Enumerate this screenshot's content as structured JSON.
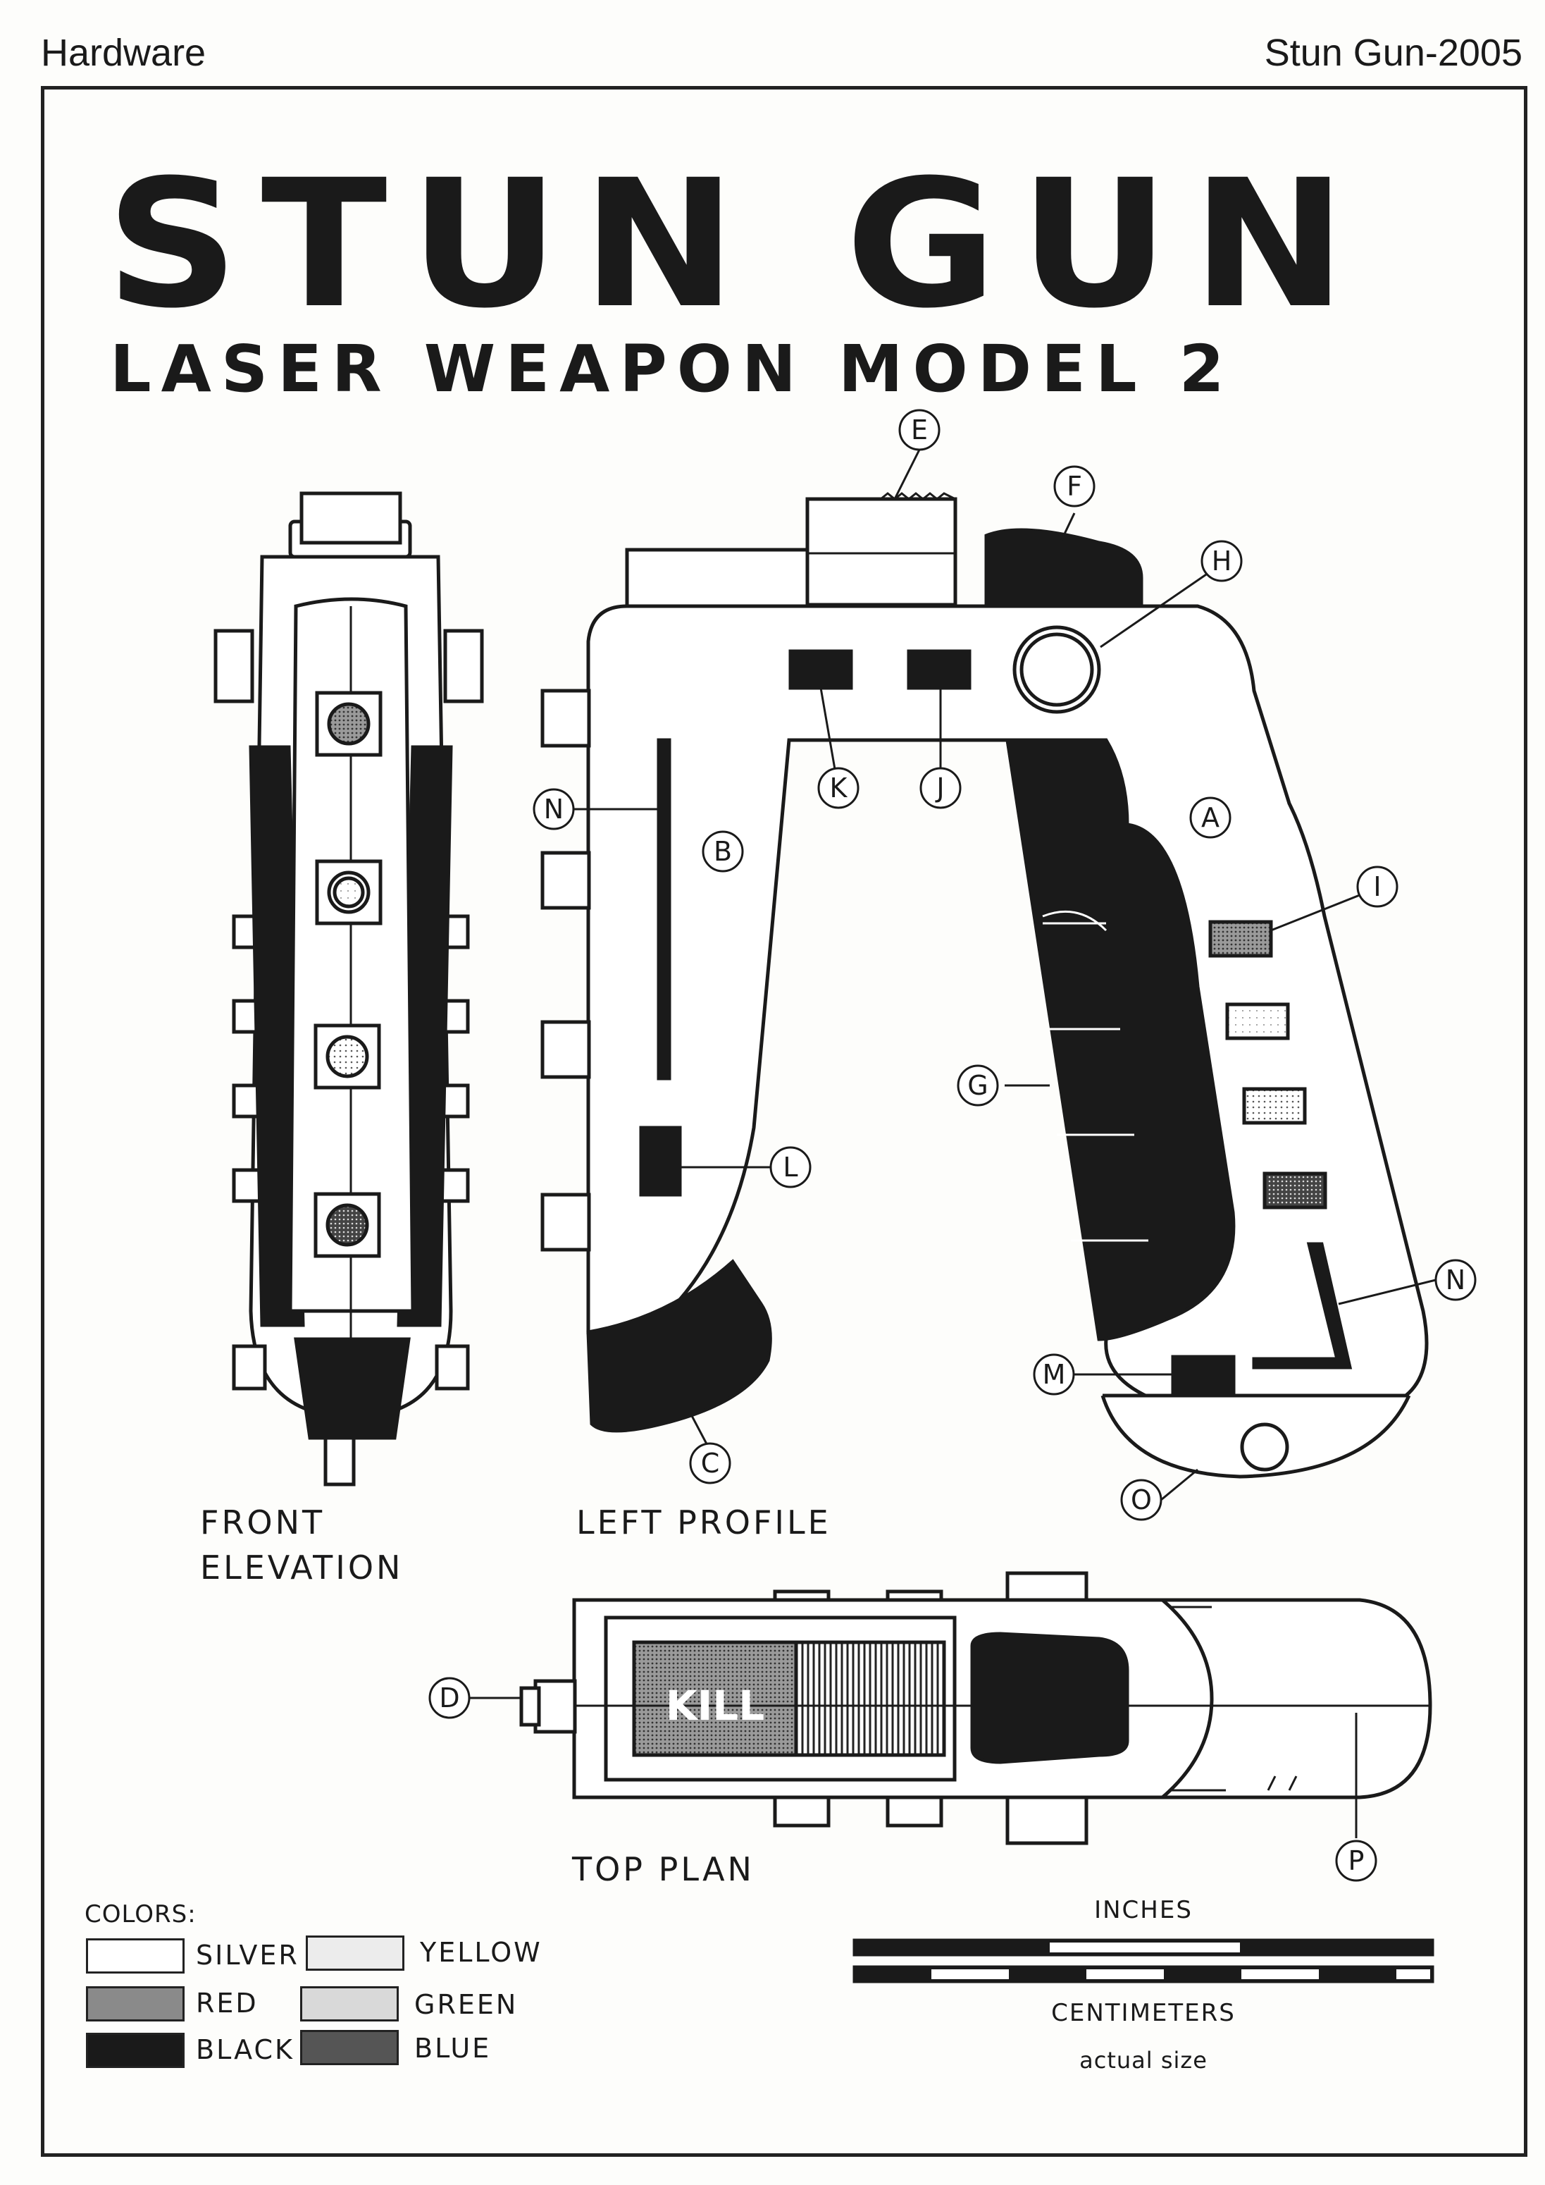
{
  "header": {
    "left": "Hardware",
    "right": "Stun Gun-2005"
  },
  "title": "STUN GUN",
  "subtitle": "LASER WEAPON MODEL 2",
  "views": {
    "front": [
      "FRONT",
      "ELEVATION"
    ],
    "left": "LEFT PROFILE",
    "top": "TOP PLAN"
  },
  "switch_label": "KILL",
  "callouts": {
    "A": "A",
    "B": "B",
    "C": "C",
    "D": "D",
    "E": "E",
    "F": "F",
    "G": "G",
    "H": "H",
    "I": "I",
    "J": "J",
    "K": "K",
    "L": "L",
    "M": "M",
    "N": "N",
    "O": "O",
    "P": "P"
  },
  "legend": {
    "title": "COLORS:",
    "items": [
      {
        "label": "SILVER",
        "color": "#ffffff"
      },
      {
        "label": "RED",
        "color": "#8a8a8a"
      },
      {
        "label": "BLACK",
        "color": "#1a1a1a"
      },
      {
        "label": "YELLOW",
        "color": "#ececec"
      },
      {
        "label": "GREEN",
        "color": "#d9d9d9"
      },
      {
        "label": "BLUE",
        "color": "#555555"
      }
    ]
  },
  "scale": {
    "top": "INCHES",
    "bottom": "CENTIMETERS",
    "note": "actual size"
  },
  "colors": {
    "ink": "#1a1a1a",
    "paper": "#fdfdfb"
  }
}
